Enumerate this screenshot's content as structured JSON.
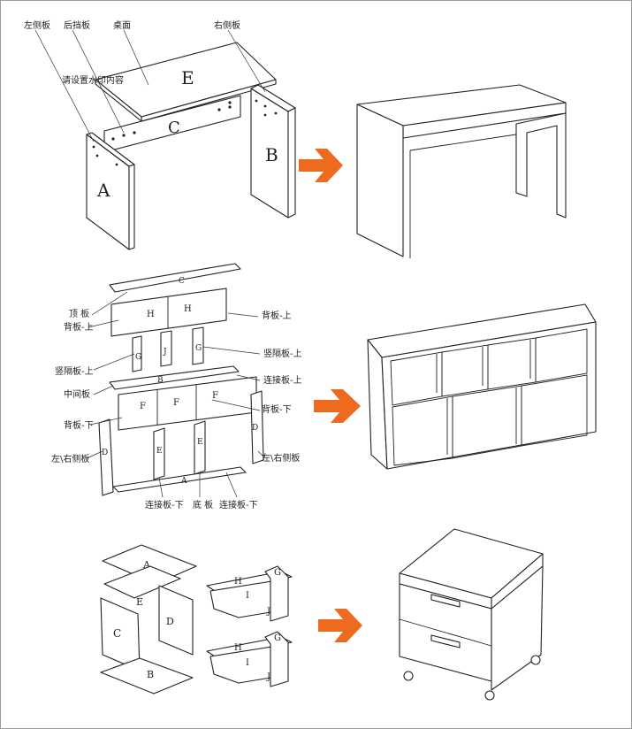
{
  "watermark": "请设置水印内容",
  "colors": {
    "arrow": "#ee6a1f",
    "line": "#222222",
    "frame": "#9a9a9a"
  },
  "desk": {
    "labels": {
      "left_side": "左侧板",
      "back_baffle": "后挡板",
      "top": "桌面",
      "right_side": "右侧板"
    },
    "letters": {
      "top": "E",
      "back": "C",
      "left": "A",
      "right": "B"
    }
  },
  "shelf": {
    "labels": {
      "top_panel": "顶 板",
      "back_upper_left": "背板-上",
      "back_upper_right": "背板-上",
      "divider_upper_left": "竖隔板-上",
      "divider_upper_right": "竖隔板-上",
      "connector_upper": "连接板-上",
      "middle_panel": "中间板",
      "back_lower_left": "背板-下",
      "back_lower_right": "背板-下",
      "side_left": "左\\右侧板",
      "side_right": "左\\右侧板",
      "connector_lower_left": "连接板-下",
      "bottom_panel": "底 板",
      "connector_lower_right": "连接板-下"
    },
    "letters": {
      "top": "C",
      "back_upper": "H",
      "divider_upper": "G",
      "divider_upper_mid": "J",
      "middle": "B",
      "back_lower": "F",
      "side": "D",
      "divider_lower": "E",
      "bottom": "A"
    }
  },
  "cabinet": {
    "letters": {
      "top": "A",
      "back": "E",
      "left": "C",
      "right": "D",
      "bottom": "B",
      "drawer_front": "H",
      "drawer_bottom": "I",
      "drawer_side": "G",
      "drawer_back": "J"
    }
  }
}
